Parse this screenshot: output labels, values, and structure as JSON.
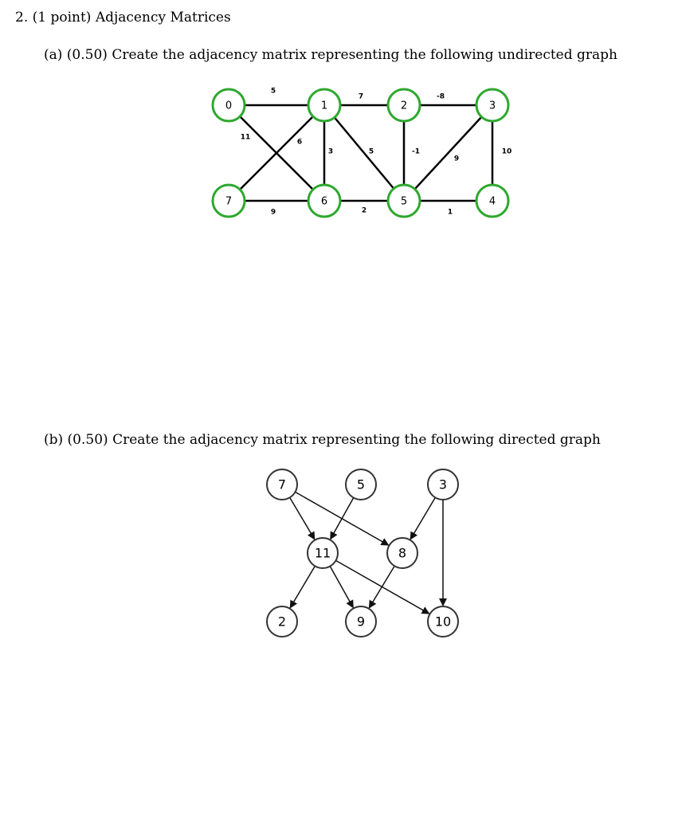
{
  "question": {
    "title": "2. (1 point) Adjacency Matrices"
  },
  "part_a": {
    "prompt": "(a) (0.50) Create the adjacency matrix representing the following undirected graph",
    "nodes": [
      "0",
      "1",
      "2",
      "3",
      "7",
      "6",
      "5",
      "4"
    ],
    "edges": [
      {
        "from": "0",
        "to": "1",
        "weight": "5"
      },
      {
        "from": "1",
        "to": "2",
        "weight": "7"
      },
      {
        "from": "2",
        "to": "3",
        "weight": "-8"
      },
      {
        "from": "0",
        "to": "6",
        "weight": "11"
      },
      {
        "from": "7",
        "to": "1",
        "weight": "6"
      },
      {
        "from": "1",
        "to": "6",
        "weight": "3"
      },
      {
        "from": "1",
        "to": "5",
        "weight": "5"
      },
      {
        "from": "2",
        "to": "5",
        "weight": "-1"
      },
      {
        "from": "5",
        "to": "3",
        "weight": "9"
      },
      {
        "from": "3",
        "to": "4",
        "weight": "10"
      },
      {
        "from": "7",
        "to": "6",
        "weight": "9"
      },
      {
        "from": "6",
        "to": "5",
        "weight": "2"
      },
      {
        "from": "5",
        "to": "4",
        "weight": "1"
      }
    ]
  },
  "part_b": {
    "prompt": "(b) (0.50) Create the adjacency matrix representing the following directed graph",
    "nodes": [
      "7",
      "5",
      "3",
      "11",
      "8",
      "2",
      "9",
      "10"
    ],
    "edges": [
      {
        "from": "7",
        "to": "11"
      },
      {
        "from": "7",
        "to": "8"
      },
      {
        "from": "5",
        "to": "11"
      },
      {
        "from": "3",
        "to": "8"
      },
      {
        "from": "3",
        "to": "10"
      },
      {
        "from": "11",
        "to": "2"
      },
      {
        "from": "11",
        "to": "9"
      },
      {
        "from": "11",
        "to": "10"
      },
      {
        "from": "8",
        "to": "9"
      }
    ]
  }
}
